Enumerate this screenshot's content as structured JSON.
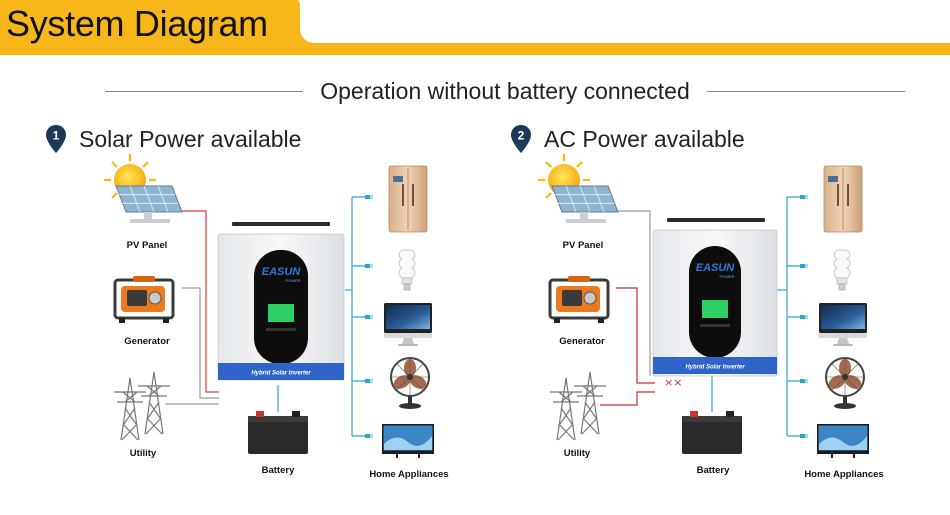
{
  "header": {
    "title": "System Diagram"
  },
  "subtitle": "Operation without battery connected",
  "panels": [
    {
      "number": "1",
      "title": "Solar Power available",
      "labels": {
        "pv": "PV Panel",
        "generator": "Generator",
        "utility": "Utility",
        "battery": "Battery",
        "appliances": "Home Appliances"
      },
      "inverter": {
        "brand": "EASUN",
        "brand_sub": "POWER",
        "band": "Hybrid Solar Inverter"
      }
    },
    {
      "number": "2",
      "title": "AC Power available",
      "labels": {
        "pv": "PV Panel",
        "generator": "Generator",
        "utility": "Utility",
        "battery": "Battery",
        "appliances": "Home Appliances"
      },
      "inverter": {
        "brand": "EASUN",
        "brand_sub": "POWER",
        "band": "Hybrid Solar Inverter"
      },
      "fault_marks": "××"
    }
  ],
  "colors": {
    "accent": "#f7b619",
    "pv_line": "#e53a35",
    "ac_line": "#cf2a2a",
    "load_line": "#2aa6c8",
    "grey_line": "#9a9a9a",
    "inverter_band": "#2e64c8",
    "pin": "#1f3a56"
  }
}
